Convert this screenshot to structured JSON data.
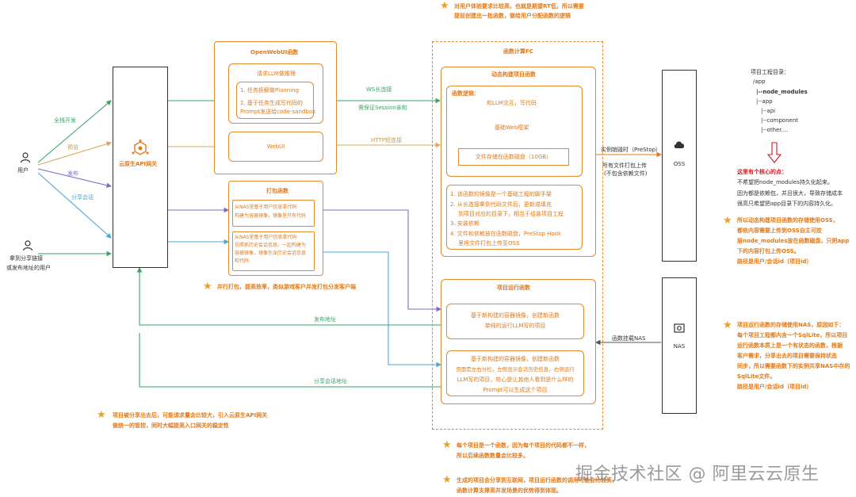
{
  "user": {
    "label": "用户"
  },
  "share_user": {
    "line1": "拿到分享链接",
    "line2": "或发布地址的用户"
  },
  "gateway": {
    "label": "云原生API网关"
  },
  "flows": {
    "develop": "全栈开发",
    "preview": "预览",
    "publish": "发布",
    "share": "分享会话",
    "ws": "WS长连接",
    "ws_note": "需保证Session亲和",
    "http": "HTTP短连接",
    "publish_addr": "发布地址",
    "share_addr": "分享会话地址",
    "offline": "实例销毁时（PreStop）",
    "upload1": "所有文件打包上传",
    "upload2": "(不包含依赖文件)",
    "nas_mount": "函数挂载NAS"
  },
  "openwebui": {
    "title": "OpenWebUI函数",
    "subtitle": "请求LLM做推理",
    "item1": "1. 任务拆解做Planning",
    "item2": "2. 基于任务生成写代码的",
    "item3": "Prompt发送给code-sandbox",
    "webui": "WebUI"
  },
  "pack": {
    "title": "打包函数",
    "card1_line1": "从NAS里基于用户信息拿代码",
    "card1_line2": "构建为容器镜像，镜像里只有代码",
    "card2_line1": "从NAS里基于用户信息拿代码",
    "card2_line2": "仿照抓历史会话信息，一起构建为",
    "card2_line3": "容器镜像，镜像包含历史会话信息",
    "card2_line4": "和代码"
  },
  "fc": {
    "title": "函数计算FC",
    "dyn_title": "动态构建项目函数",
    "logic_title": "函数逻辑：",
    "step1": "和LLM交互，写代码",
    "step2": "基础Web框架",
    "step3": "文件存储在函数磁盘（10GB）",
    "list1": "1. 该函数的镜像是一个基础工程的脚手架",
    "list2": "2. 从长连接拿到代码文件后，更新或填充",
    "list3": "到项目对应的目录下，相当于组装项目工程",
    "list4": "3. 安装依赖",
    "list5": "4. 文件和依赖放在函数磁盘，PreStop Hook",
    "list6": "里将文件打包上传至OSS",
    "run_title": "项目运行函数",
    "run1_line1": "基于新构建的容器镜像，创建新函数",
    "run1_line2": "单纯的运行LLM写的项目",
    "run2_line1": "基于新构建的容器镜像，创建新函数",
    "run2_line2": "页面是左右分栏，左侧显示会话历史信息，右侧运行",
    "run2_line3": "LLM写的项目，核心是让其他人看到是什么样的",
    "run2_line4": "Prompt可以生成这个项目"
  },
  "oss": {
    "label": "OSS"
  },
  "nas": {
    "label": "NAS"
  },
  "tree": {
    "title": "项目工程目录：",
    "l1": "/app",
    "l2": "|--node_modules",
    "l3": "|--app",
    "l4": "|--api",
    "l5": "|--component",
    "l6": "|--other...."
  },
  "core": {
    "title": "这里有个核心的点：",
    "line1": "不希望把node_modules持久化起来。",
    "line2": "因为都是依赖包，并且很大，导致存储成本",
    "line3": "很高只希望把app目录下的内容持久化。"
  },
  "notes": {
    "top1": "对用户体验要求比较高，也就是期望RT低，所以需要",
    "top2": "提前创建出一批函数，做给用户分配函数的逻辑",
    "pack1": "并行打包，提高效率，类似游戏客户并发打包分发客户端",
    "oss1": "所以动态构建项目函数的存储使用OSS，",
    "oss2": "都依内容需要上传到OSS自主可控",
    "oss3": "层node_modules放在函数磁盘，只把app",
    "oss4": "下的内容打包上传OSS。",
    "oss5": "路径是用户/会话id（项目id）",
    "nas1": "项目运行函数的存储使用NAS，原因如下：",
    "nas2": "每个项目工程都内含一个SqlLite，所以项目",
    "nas3": "运行函数本质上是一个有状态的函数，根据",
    "nas4": "客户需求，分享出去的项目需要保持状态",
    "nas5": "同步，所以需要函数下的实例共享NAS中存的",
    "nas6": "SqlLite文件。",
    "nas7": "路径是用户/会话id（项目id）",
    "gw1": "项目被分享出去后，可能请求量会比较大，引入云原生API网关",
    "gw2": "做统一的管控，同时大幅提高入口网关的稳定性",
    "bottom1": "每个项目是一个函数，因为每个项目的代码都不一样，",
    "bottom2": "所以后续函数数量会比较多。",
    "bottom3": "生成的项目会分享到互联网，项目运行函数的调用可能会比较高，",
    "bottom4": "函数计算支撑高并发场景的优势得到体现。"
  },
  "watermark": {
    "text": "掘金技术社区 @ 阿里云云原生"
  }
}
